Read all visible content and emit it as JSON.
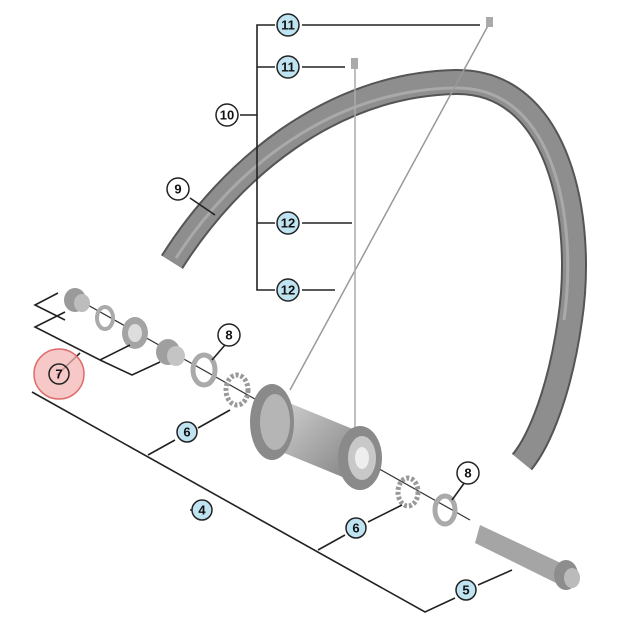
{
  "diagram": {
    "callouts": {
      "spoke_nipple_top": "11",
      "spoke_nipple_mid": "11",
      "spoke_set": "10",
      "rim": "9",
      "spoke_upper": "12",
      "spoke_lower": "12",
      "lock_washer_left": "8",
      "cone_assembly_highlighted": "7",
      "ball_retainer_left": "6",
      "hub_axle_assembly": "4",
      "lock_washer_right": "8",
      "ball_retainer_right": "6",
      "quick_release": "5"
    },
    "colors": {
      "blue_callout": "#bfe3f0",
      "highlight": "#f4b6b6",
      "part_gray": "#8c8c8c"
    }
  }
}
